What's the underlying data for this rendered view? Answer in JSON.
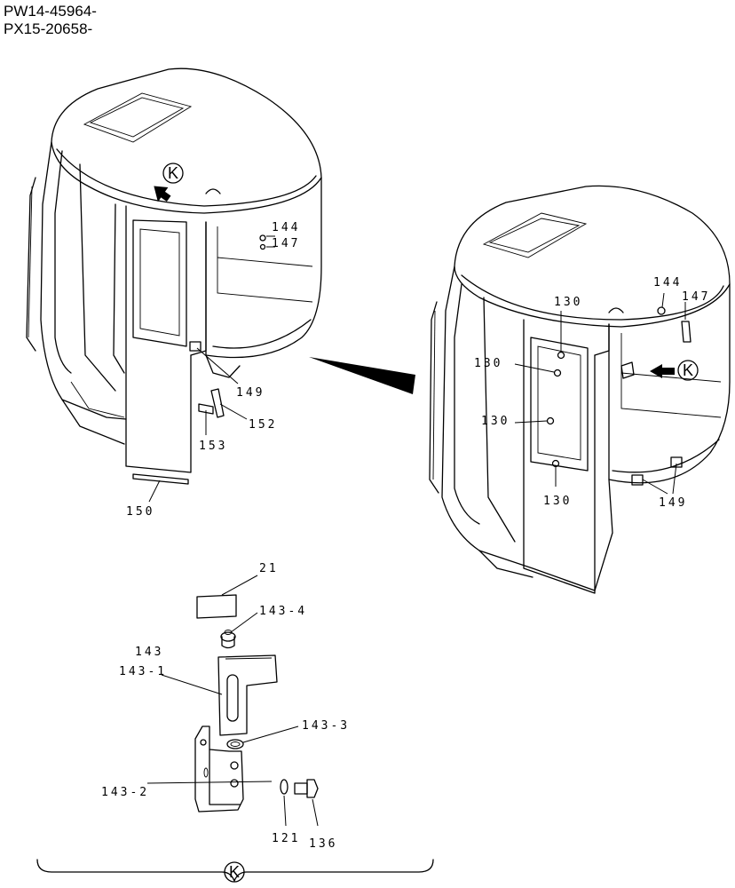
{
  "header": {
    "serial_1": "PW14-45964-",
    "serial_2": "PX15-20658-"
  },
  "view_marker": "K",
  "labels": {
    "l144a": "144",
    "l147a": "147",
    "l149a": "149",
    "l152": "152",
    "l153": "153",
    "l150": "150",
    "l130a": "130",
    "l130b": "130",
    "l130c": "130",
    "l130d": "130",
    "l144b": "144",
    "l147b": "147",
    "l149b": "149",
    "l21": "21",
    "l143_4": "143-4",
    "l143": "143",
    "l143_1": "143-1",
    "l143_3": "143-3",
    "l143_2": "143-2",
    "l121": "121",
    "l136": "136"
  }
}
